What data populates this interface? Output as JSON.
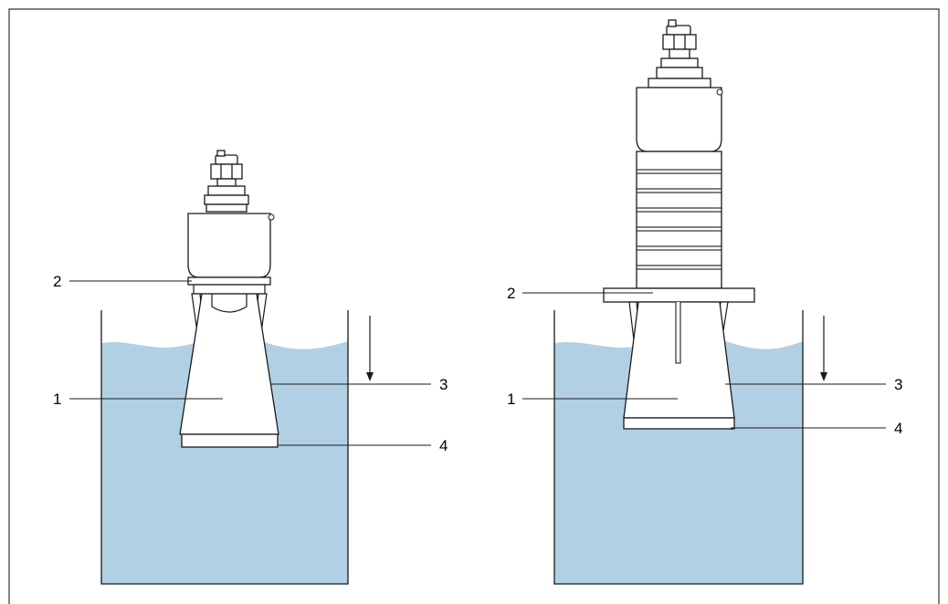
{
  "colors": {
    "liquid": "#b2d0e4",
    "liquid_surface": "#a8c9df",
    "stroke": "#1a1a1a",
    "frame": "#333333",
    "body_fill": "#ffffff"
  },
  "left_figure": {
    "callouts": [
      {
        "id": "c2",
        "text": "2"
      },
      {
        "id": "c1",
        "text": "1"
      },
      {
        "id": "c3",
        "text": "3"
      },
      {
        "id": "c4",
        "text": "4"
      }
    ]
  },
  "right_figure": {
    "callouts": [
      {
        "id": "c2",
        "text": "2"
      },
      {
        "id": "c1",
        "text": "1"
      },
      {
        "id": "c3",
        "text": "3"
      },
      {
        "id": "c4",
        "text": "4"
      }
    ]
  }
}
